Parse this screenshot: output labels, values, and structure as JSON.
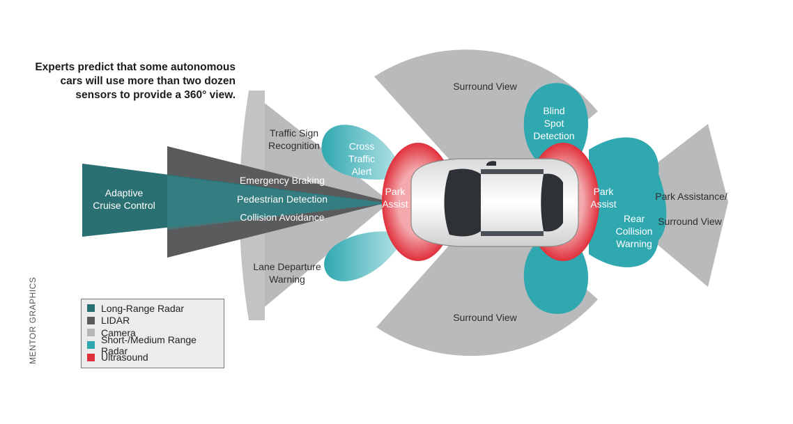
{
  "headline": {
    "line1": "Experts predict that some autonomous",
    "line2": "cars will use more than two dozen",
    "line3": "sensors to provide a 360° view."
  },
  "credit": "MENTOR GRAPHICS",
  "colors": {
    "long_range_radar": "#2a6f72",
    "lidar": "#5a5b5d",
    "camera": "#b5b6b8",
    "short_medium_radar": "#2fa8b0",
    "ultrasound": "#e0303b"
  },
  "legend": [
    {
      "label": "Long-Range Radar",
      "color": "#2a6f72"
    },
    {
      "label": "LIDAR",
      "color": "#5a5b5d"
    },
    {
      "label": "Camera",
      "color": "#b5b6b8"
    },
    {
      "label": "Short-/Medium Range Radar",
      "color": "#2fa8b0"
    },
    {
      "label": "Ultrasound",
      "color": "#e0303b"
    }
  ],
  "zones": {
    "adaptive_cruise": [
      "Adaptive",
      "Cruise Control"
    ],
    "traffic_sign": [
      "Traffic Sign",
      "Recognition"
    ],
    "emergency_braking": "Emergency Braking",
    "pedestrian_detection": "Pedestrian Detection",
    "collision_avoidance": "Collision Avoidance",
    "lane_departure": [
      "Lane Departure",
      "Warning"
    ],
    "cross_traffic": [
      "Cross",
      "Traffic",
      "Alert"
    ],
    "park_assist_front": [
      "Park",
      "Assist"
    ],
    "park_assist_rear": [
      "Park",
      "Assist"
    ],
    "surround_view_top": "Surround View",
    "surround_view_bottom": "Surround View",
    "blind_spot": [
      "Blind",
      "Spot",
      "Detection"
    ],
    "rear_collision": [
      "Rear",
      "Collision",
      "Warning"
    ],
    "park_assistance": "Park Assistance/",
    "surround_view_right": "Surround View"
  }
}
